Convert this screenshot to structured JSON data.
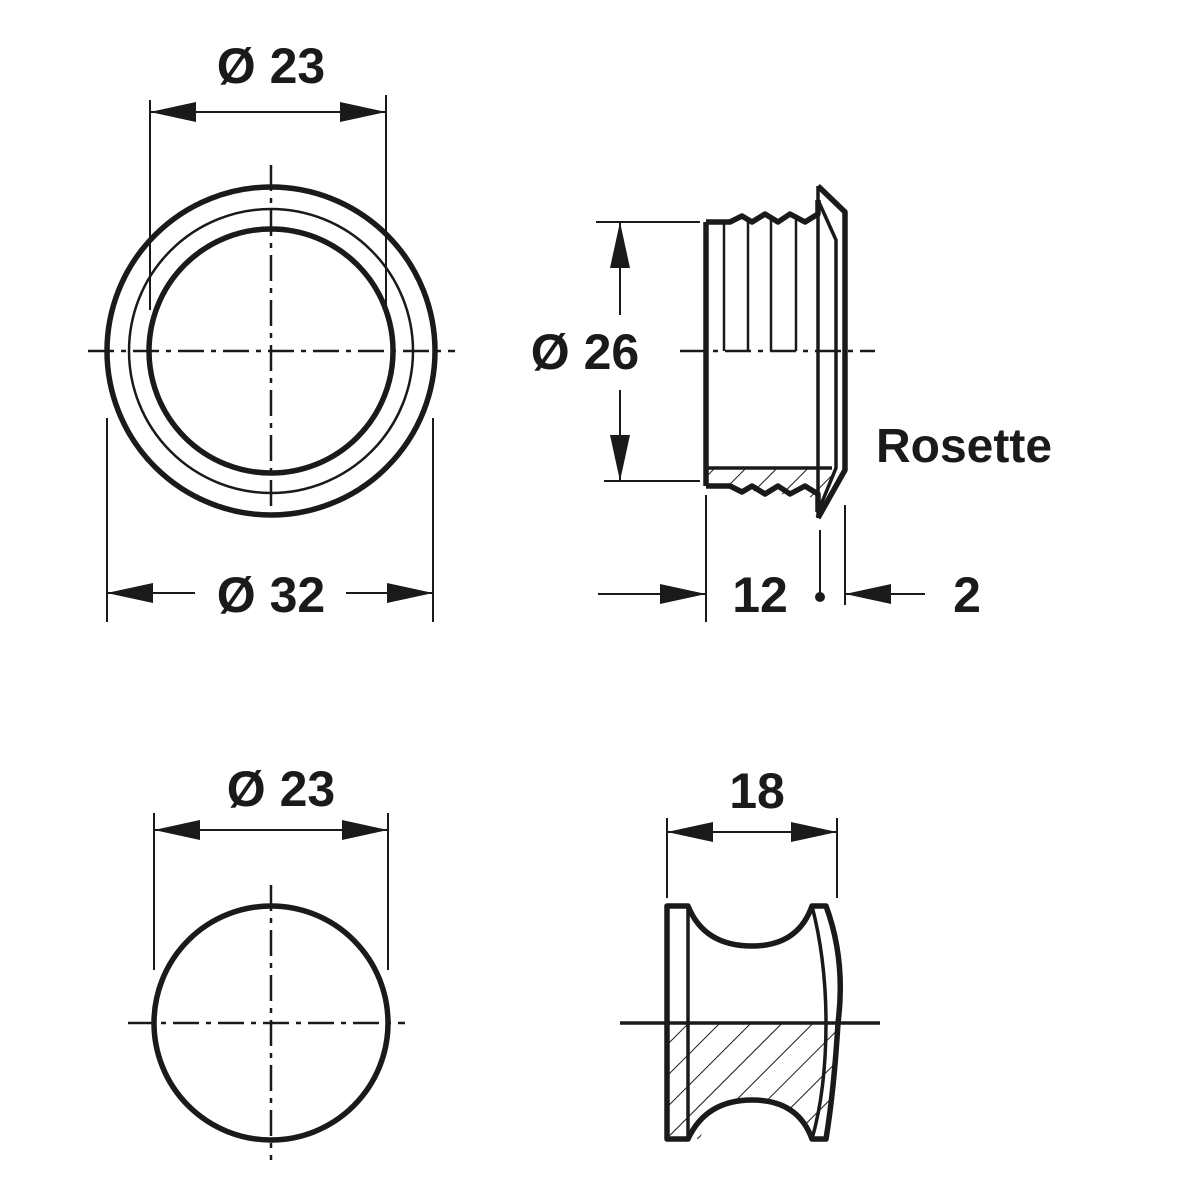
{
  "drawing_top": {
    "front_view": {
      "inner_diameter_label": "Ø 23",
      "outer_diameter_label": "Ø 32"
    },
    "side_view": {
      "diameter_label": "Ø 26",
      "depth_label": "12",
      "flange_label": "2",
      "part_label": "Rosette"
    }
  },
  "drawing_bottom": {
    "front_view": {
      "diameter_label": "Ø 23"
    },
    "side_view": {
      "width_label": "18"
    }
  }
}
